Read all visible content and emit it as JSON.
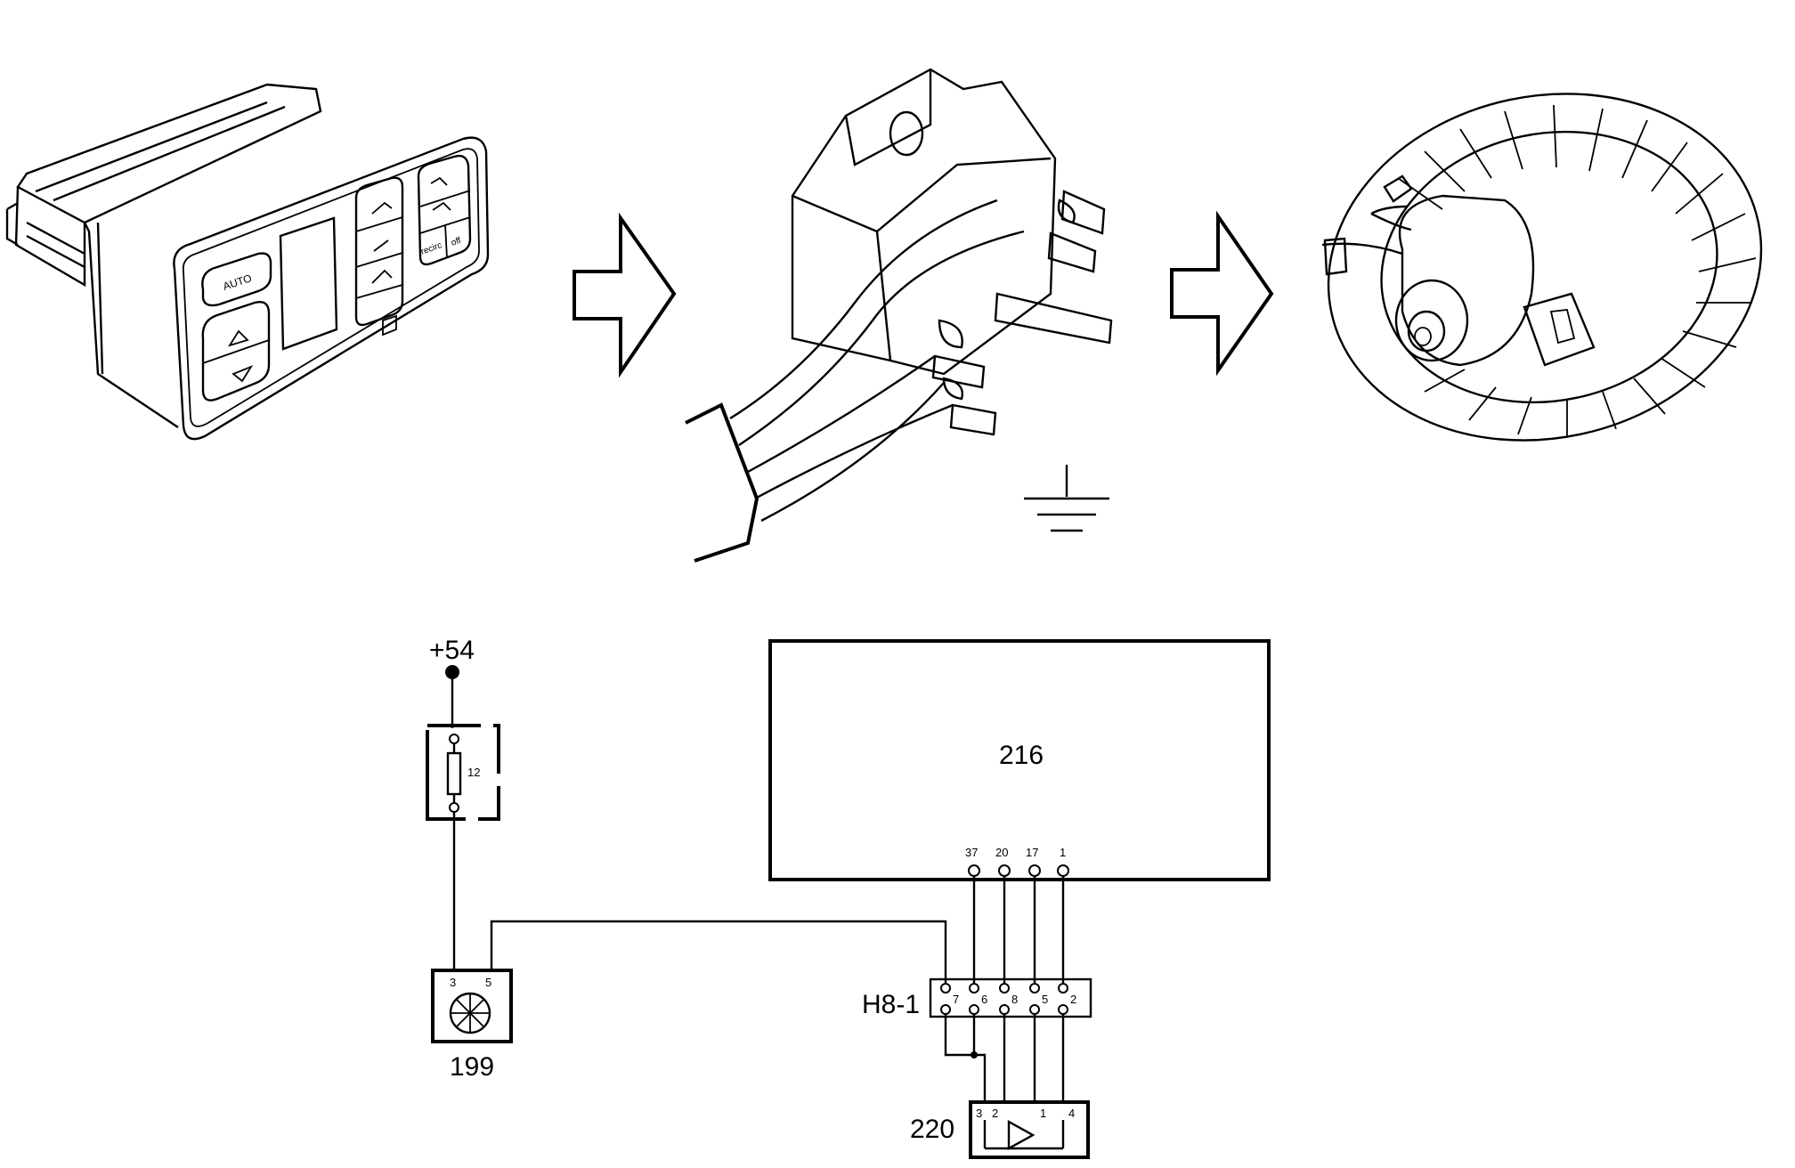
{
  "control_panel": {
    "buttons": {
      "auto": "AUTO",
      "recirc": "recirc",
      "off": "off"
    }
  },
  "wiring": {
    "supply": {
      "label": "+54"
    },
    "fuse": {
      "label": "12"
    },
    "switch": {
      "label": "199",
      "pin_left": "3",
      "pin_right": "5"
    },
    "ecu": {
      "label": "216",
      "pins": [
        "37",
        "20",
        "17",
        "1"
      ]
    },
    "connector": {
      "label": "H8-1",
      "pins": [
        "7",
        "6",
        "8",
        "5",
        "2"
      ]
    },
    "amplifier": {
      "label": "220",
      "pins": [
        "3",
        "2",
        "1",
        "4"
      ]
    }
  },
  "icons": [
    "ground-symbol-icon",
    "arrow-right-icon",
    "blower-motor-icon",
    "control-panel-icon",
    "resistor-connector-icon"
  ]
}
